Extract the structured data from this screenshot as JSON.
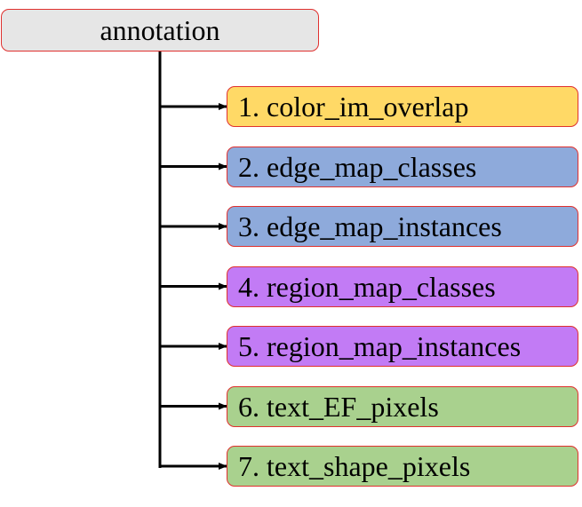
{
  "diagram": {
    "root": {
      "label": "annotation",
      "color": "#e6e6e6"
    },
    "children": [
      {
        "label": "1. color_im_overlap",
        "color": "#ffd966"
      },
      {
        "label": "2. edge_map_classes",
        "color": "#8eaadb"
      },
      {
        "label": "3. edge_map_instances",
        "color": "#8eaadb"
      },
      {
        "label": "4. region_map_classes",
        "color": "#c27bf5"
      },
      {
        "label": "5. region_map_instances",
        "color": "#c27bf5"
      },
      {
        "label": "6. text_EF_pixels",
        "color": "#a9d18e"
      },
      {
        "label": "7. text_shape_pixels",
        "color": "#a9d18e"
      }
    ],
    "border_color": "#e0312f",
    "connector_color": "#000000"
  }
}
